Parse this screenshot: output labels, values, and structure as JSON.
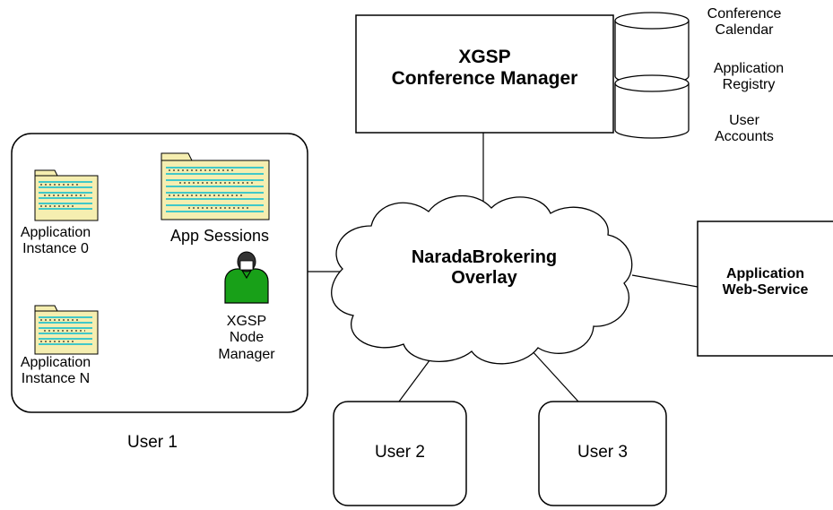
{
  "conference_manager": {
    "line1": "XGSP",
    "line2": "Conference Manager"
  },
  "databases": {
    "conference_calendar": {
      "line1": "Conference",
      "line2": "Calendar"
    },
    "application_registry": {
      "line1": "Application",
      "line2": "Registry"
    },
    "user_accounts": {
      "line1": "User",
      "line2": "Accounts"
    }
  },
  "broker": {
    "line1": "NaradaBrokering",
    "line2": "Overlay"
  },
  "web_service": {
    "line1": "Application",
    "line2": "Web-Service"
  },
  "user1": {
    "caption": "User 1",
    "app_sessions": "App Sessions",
    "instance0": {
      "line1": "Application",
      "line2": "Instance 0"
    },
    "instanceN": {
      "line1": "Application",
      "line2": "Instance N"
    },
    "node_manager": {
      "line1": "XGSP",
      "line2": "Node",
      "line3": "Manager"
    }
  },
  "user2": "User 2",
  "user3": "User 3",
  "colors": {
    "folder_fill": "#f5eeb0",
    "folder_stripe": "#40c8c8",
    "person_green": "#18a018"
  }
}
